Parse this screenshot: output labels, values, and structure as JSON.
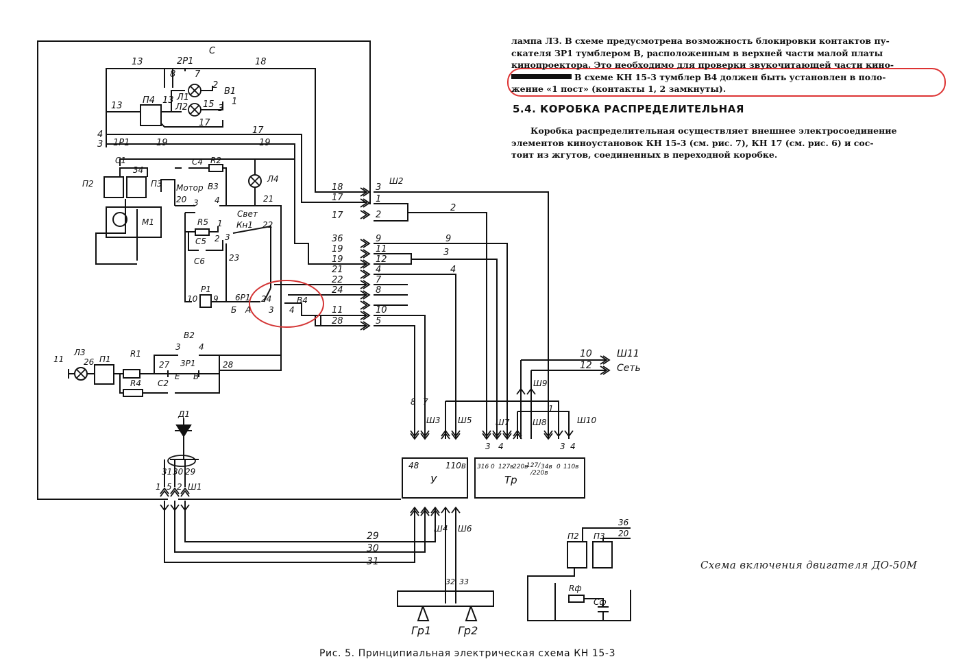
{
  "text": {
    "para1": [
      "лампа ЛЗ. В схеме предусмотрена возможность блокировки контактов пу-",
      "скателя ЗР1 тумблером В, расположенным в верхней части малой платы",
      "кинопроектора. Это необходимо для проверки звукочитающей части кино-",
      "В схеме КН 15-3 тумблер В4 должен быть установлен в поло-",
      "жение «1 пост» (контакты 1, 2 замкнуты)."
    ],
    "heading": "5.4. КОРОБКА РАСПРЕДЕЛИТЕЛЬНАЯ",
    "para2": [
      "Коробка распределительная осуществляет внешнее электросоединение",
      "элементов киноустановок КН 15-3 (см. рис. 7), КН 17 (см. рис. 6) и сос-",
      "тоит из жгутов, соединенных в переходной коробке."
    ],
    "motor_caption": "Схема включения двигателя ДО-50М",
    "figure_caption": "Рис. 5. Принципиальная электрическая схема КН 15-3"
  },
  "labels": {
    "top_wires": [
      "13",
      "2Р1",
      "18",
      "8",
      "7",
      "С"
    ],
    "switch_b1": [
      "В1",
      "2",
      "3",
      "1"
    ],
    "lamps": [
      "Л1",
      "Л2",
      "13",
      "15",
      "17"
    ],
    "relay_p4": "П4",
    "side": [
      "4",
      "3",
      "1Р1",
      "19",
      "17",
      "19"
    ],
    "upper_block": [
      "С1",
      "34",
      "С4",
      "R2",
      "Л4",
      "П2",
      "П3",
      "М1",
      "Мотор",
      "В3",
      "20",
      "3",
      "4",
      "21",
      "Свет",
      "R5",
      "1",
      "Кн1",
      "22",
      "С5",
      "2",
      "3",
      "С6",
      "23"
    ],
    "relay_block": [
      "Р1",
      "10",
      "9",
      "6Р1",
      "Б",
      "А",
      "24",
      "В4",
      "3",
      "4"
    ],
    "connector_w2": "Ш2",
    "w2_left": [
      "18",
      "17",
      "17",
      "36",
      "19",
      "19",
      "21",
      "22",
      "24",
      "11",
      "28"
    ],
    "w2_right": [
      "3",
      "1",
      "2",
      "9",
      "11",
      "12",
      "4",
      "7",
      "8",
      "10",
      "5"
    ],
    "trunk_numbers": [
      "2",
      "9",
      "3",
      "4"
    ],
    "lower_block": [
      "В2",
      "3",
      "4",
      "11",
      "Л3",
      "26",
      "П1",
      "R1",
      "27",
      "3Р1",
      "28",
      "Е",
      "В",
      "R4",
      "С2"
    ],
    "diode": [
      "Д1",
      "31",
      "30",
      "29",
      "1",
      "5",
      "2",
      "Ш1"
    ],
    "outputs": [
      "10",
      "Ш11",
      "12",
      "Сеть",
      "Ш9",
      "1",
      "Ш10",
      "Ш8",
      "Ш7",
      "Ш5",
      "Ш3",
      "8",
      "7"
    ],
    "block_u": [
      "48",
      "110в",
      "У",
      "Ш4",
      "Ш6"
    ],
    "block_tr": [
      "3",
      "4",
      "3",
      "4",
      "316",
      "0",
      "127в",
      "220в",
      "127/",
      "/220в",
      "34в",
      "0",
      "110в",
      "Тр"
    ],
    "bottom": [
      "29",
      "30",
      "31",
      "32",
      "33",
      "Гр1",
      "Гр2"
    ],
    "motor": [
      "36",
      "20",
      "П2",
      "П3",
      "Rф",
      "Сф"
    ]
  },
  "colors": {
    "highlight": "#d33333",
    "ink": "#111111"
  }
}
